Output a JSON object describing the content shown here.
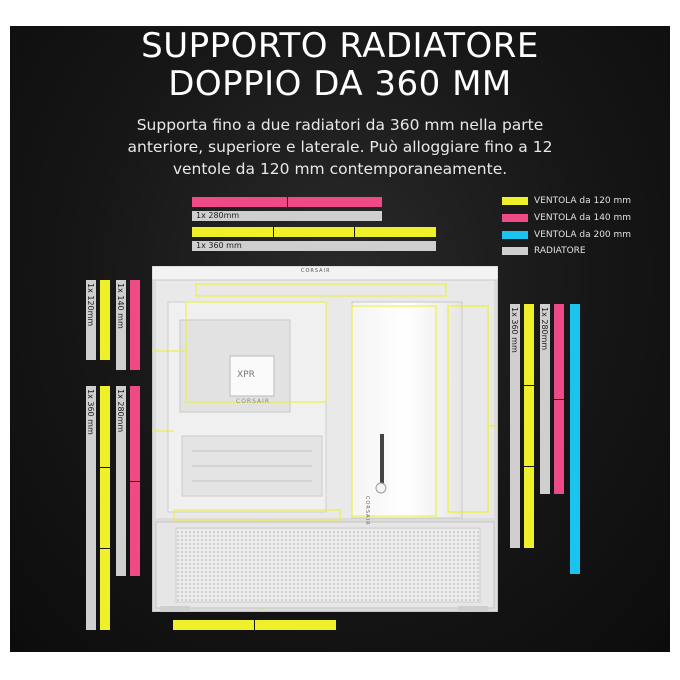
{
  "header": {
    "title_line1": "SUPPORTO RADIATORE",
    "title_line2": "DOPPIO DA 360 MM"
  },
  "description": {
    "line1": "Supporta fino a due radiatori da 360 mm nella parte",
    "line2": "anteriore, superiore e laterale. Può alloggiare fino a 12",
    "line3": "ventole da 120 mm contemporaneamente."
  },
  "legend": [
    {
      "label": "VENTOLA da 120 mm",
      "color": "#eef12a"
    },
    {
      "label": "VENTOLA da 140 mm",
      "color": "#ee4a86"
    },
    {
      "label": "VENTOLA da 200 mm",
      "color": "#1ac4ee"
    },
    {
      "label": "RADIATORE",
      "color": "#cfcfcf"
    }
  ],
  "labels": {
    "top_280": "1x 280mm",
    "top_360": "1x 360 mm",
    "left_120": "1x 120mm",
    "left_140": "1x 140 mm",
    "left_360": "1x 360 mm",
    "left_280": "1x 280mm",
    "right_360": "1x 360 mm",
    "right_280": "1x 280mm"
  },
  "case": {
    "brand": "CORSAIR",
    "top_brand": "CORSAIR",
    "cooler_text": "XPR",
    "side_brand": "CORSAIR"
  }
}
